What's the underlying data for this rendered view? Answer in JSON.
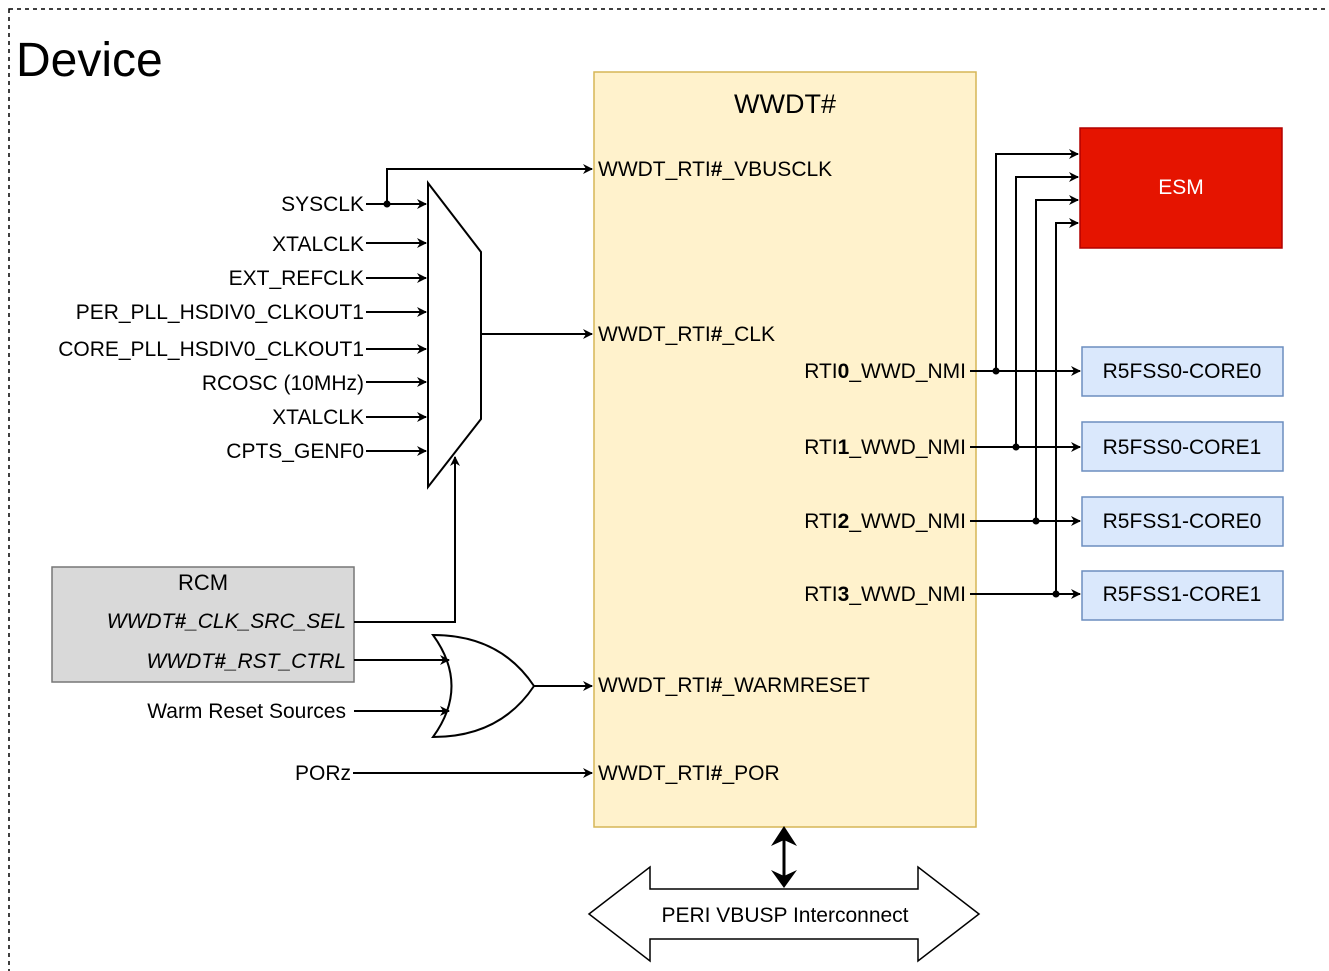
{
  "device_label": "Device",
  "wwdt": {
    "title": "WWDT#",
    "ports": {
      "vbusclk": [
        "WWDT_RTI",
        "#",
        "_VBUSCLK"
      ],
      "clk": [
        "WWDT_RTI",
        "#",
        "_CLK"
      ],
      "warmreset": [
        "WWDT_RTI",
        "#",
        "_WARMRESET"
      ],
      "por": [
        "WWDT_RTI",
        "#",
        "_POR"
      ]
    },
    "nmi_outputs": [
      [
        "RTI",
        "0",
        "_WWD_NMI"
      ],
      [
        "RTI",
        "1",
        "_WWD_NMI"
      ],
      [
        "RTI",
        "2",
        "_WWD_NMI"
      ],
      [
        "RTI",
        "3",
        "_WWD_NMI"
      ]
    ],
    "fill": "#fff2cc",
    "border": "#d6b656"
  },
  "clock_inputs": [
    "SYSCLK",
    "XTALCLK",
    "EXT_REFCLK",
    "PER_PLL_HSDIV0_CLKOUT1",
    "CORE_PLL_HSDIV0_CLKOUT1",
    "RCOSC (10MHz)",
    "XTALCLK",
    "CPTS_GENF0"
  ],
  "rcm": {
    "title": "RCM",
    "clk_src_sel": [
      "WWDT",
      "#",
      "_CLK_SRC_SEL"
    ],
    "rst_ctrl": [
      "WWDT",
      "#",
      "_RST_CTRL"
    ],
    "fill": "#d9d9d9",
    "border": "#777777"
  },
  "warm_reset_sources": "Warm Reset Sources",
  "porz": "PORz",
  "esm": {
    "label": "ESM",
    "fill": "#e51400",
    "border": "#b20000",
    "text_color": "#ffffff"
  },
  "cores": [
    "R5FSS0-CORE0",
    "R5FSS0-CORE1",
    "R5FSS1-CORE0",
    "R5FSS1-CORE1"
  ],
  "core_fill": "#dae8fc",
  "core_border": "#6c8ebf",
  "interconnect": "PERI VBUSP Interconnect"
}
